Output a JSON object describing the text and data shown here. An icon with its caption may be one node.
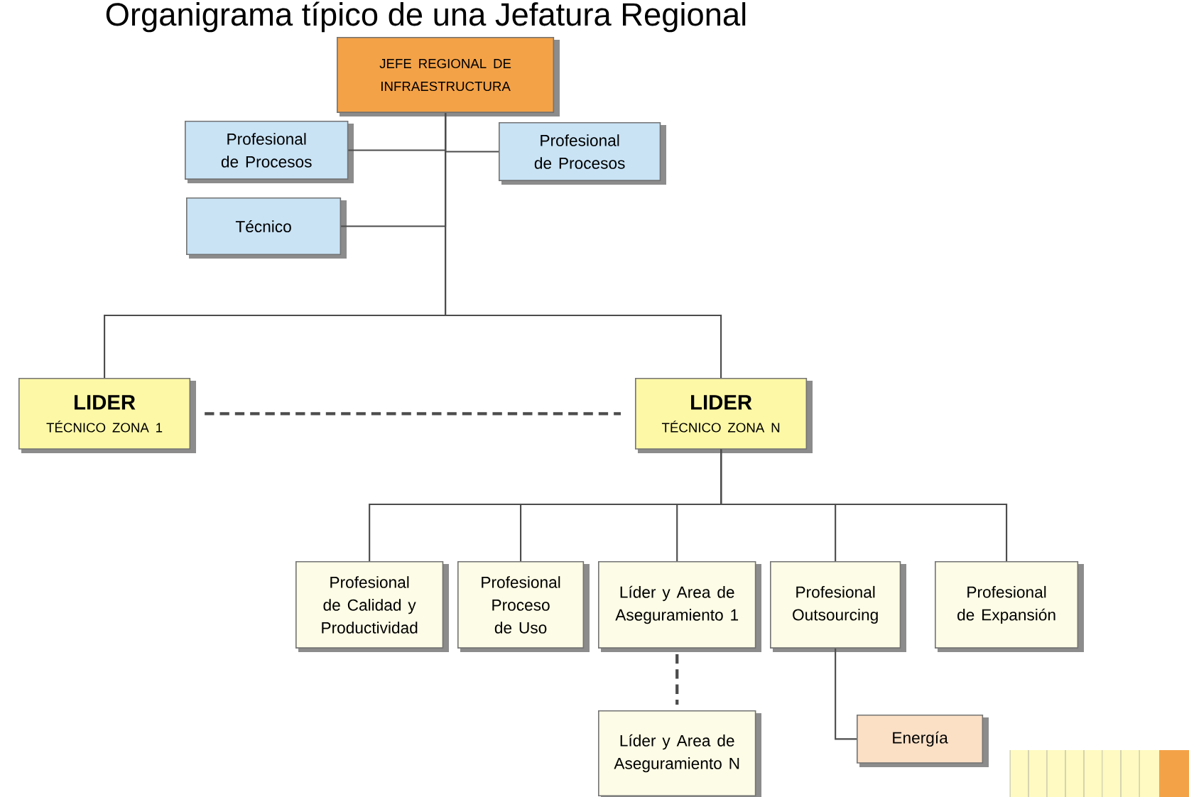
{
  "diagram": {
    "title": "Organigrama típico de una Jefatura Regional",
    "nodes": [
      {
        "text": [
          "JEFE REGIONAL DE INFRAESTRUCTURA"
        ]
      },
      {
        "text": [
          "Profesional de Procesos"
        ]
      },
      {
        "text": [
          "Profesional de Procesos"
        ]
      },
      {
        "text": [
          "Técnico"
        ]
      },
      {
        "text": [
          "LIDER",
          "TÉCNICO ZONA 1"
        ]
      },
      {
        "text": [
          "LIDER",
          "TÉCNICO ZONA N"
        ]
      },
      {
        "text": [
          "Profesional de Calidad y Productividad"
        ]
      },
      {
        "text": [
          "Profesional Proceso de Uso"
        ]
      },
      {
        "text": [
          "Líder y Area de Aseguramiento 1"
        ]
      },
      {
        "text": [
          "Profesional Outsourcing"
        ]
      },
      {
        "text": [
          "Profesional de Expansión"
        ]
      },
      {
        "text": [
          "Líder y Area de Aseguramiento N"
        ]
      },
      {
        "text": [
          "Energía"
        ]
      }
    ],
    "edges": [
      {
        "from": 0,
        "to": 1,
        "arrow": "none"
      },
      {
        "from": 0,
        "to": 2,
        "arrow": "none"
      },
      {
        "from": 0,
        "to": 3,
        "arrow": "none"
      },
      {
        "from": 0,
        "to": 4,
        "arrow": "none"
      },
      {
        "from": 0,
        "to": 5,
        "arrow": "none"
      },
      {
        "from": 4,
        "to": 5,
        "arrow": "none",
        "style": "dashed"
      },
      {
        "from": 5,
        "to": 6,
        "arrow": "none"
      },
      {
        "from": 5,
        "to": 7,
        "arrow": "none"
      },
      {
        "from": 5,
        "to": 8,
        "arrow": "none"
      },
      {
        "from": 5,
        "to": 9,
        "arrow": "none"
      },
      {
        "from": 5,
        "to": 10,
        "arrow": "none"
      },
      {
        "from": 8,
        "to": 11,
        "arrow": "none",
        "style": "dashed"
      },
      {
        "from": 9,
        "to": 12,
        "arrow": "none"
      }
    ]
  }
}
